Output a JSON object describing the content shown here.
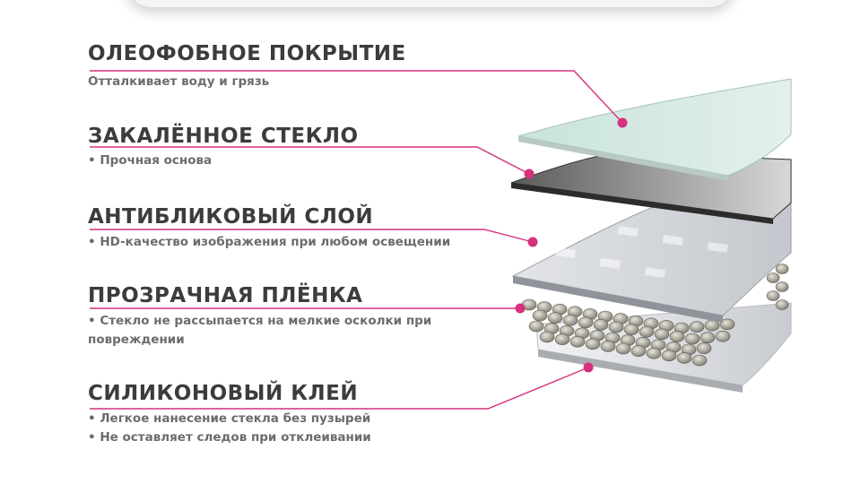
{
  "accent_color": "#d6307e",
  "layers": [
    {
      "id": "oleophobic",
      "title": "ОЛЕОФОБНОЕ ПОКРЫТИЕ",
      "lines": [
        "Отталкивает воду и грязь"
      ]
    },
    {
      "id": "tempered-glass",
      "title": "ЗАКАЛЁННОЕ СТЕКЛО",
      "lines": [
        "• Прочная основа"
      ]
    },
    {
      "id": "anti-glare",
      "title": "АНТИБЛИКОВЫЙ СЛОЙ",
      "lines": [
        "• HD-качество изображения при любом освещении"
      ]
    },
    {
      "id": "clear-film",
      "title": "ПРОЗРАЧНАЯ ПЛЁНКА",
      "lines": [
        "• Стекло не рассыпается на мелкие осколки при повреждении"
      ]
    },
    {
      "id": "silicone-glue",
      "title": "СИЛИКОНОВЫЙ КЛЕЙ",
      "lines": [
        "• Легкое нанесение стекла без пузырей",
        "• Не оставляет следов при отклеивании"
      ]
    }
  ]
}
